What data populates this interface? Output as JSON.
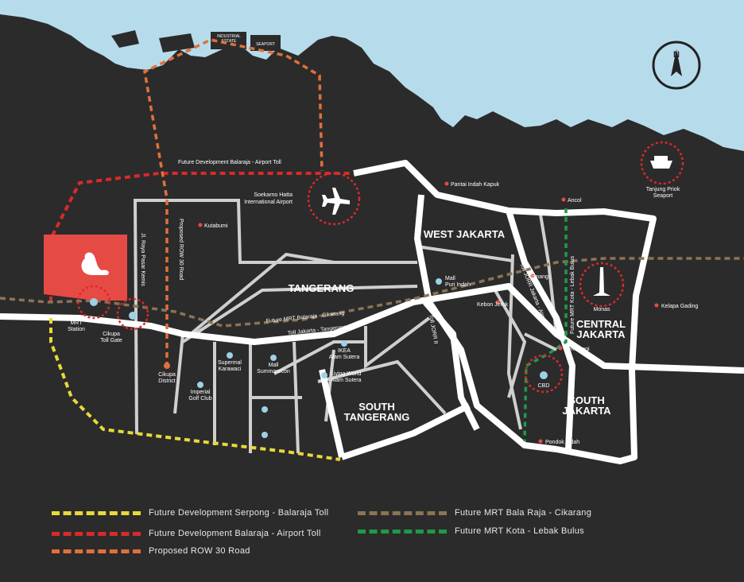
{
  "colors": {
    "land": "#2b2b2b",
    "sea": "#b6dcec",
    "road": "#ffffff",
    "minor_road": "#cfcfcf",
    "accent": "#e64a45",
    "yellow_toll": "#e8d93a",
    "red_toll": "#d92a2a",
    "orange_row": "#e0703a",
    "mrt_brown": "#8b7355",
    "mrt_green": "#1f9a4a"
  },
  "compass": {
    "letter": "N"
  },
  "labels": {
    "industrial_estate_1": "INDUSTRIAL",
    "industrial_estate_2": "ESTATE",
    "seaport": "SEAPORT",
    "airport_toll": "Future Development Balaraja - Airport Toll",
    "airport_1": "Soekarno Hatta",
    "airport_2": "International Airport",
    "pantai_indah_kapuk": "Pantai Indah Kapuk",
    "ancol": "Ancol",
    "tanjung_priok_1": "Tanjung Priok",
    "tanjung_priok_2": "Seaport",
    "west_jakarta": "WEST JAKARTA",
    "kutabumi": "Kutabumi",
    "proposed_row": "Proposed ROW 30 Road",
    "jl_raya_pasar_kemis": "Jl. Raya Pasar Kemis",
    "tangerang": "TANGERANG",
    "mall_puri_1": "Mall",
    "mall_puri_2": "Puri Indah",
    "toll_jorr_airport": "Toll JORR Jakarta - Airport",
    "future_mrt_kota": "Future MRT Kota - Lebak Bulus",
    "tomang": "Tomang",
    "monas": "Monas",
    "kebon_jeruk": "Kebon Jeruk",
    "kelapa_gading": "Kelapa Gading",
    "central_1": "CENTRAL",
    "central_2": "JAKARTA",
    "mrt_station_1": "MRT",
    "mrt_station_2": "Station",
    "cikupa_toll_1": "Cikupa",
    "cikupa_toll_2": "Toll Gate",
    "future_mrt_balaraja": "Future MRT Balaraja - Cikarang",
    "toll_jakarta_tangerang": "Toll Jakarta - Tangerang",
    "toll_jorr_ii": "Toll JORR II",
    "semanggi": "Semanggi",
    "cbd": "CBD",
    "supermal_1": "Supermal",
    "supermal_2": "Karawaci",
    "mall_summarecon_1": "Mall",
    "mall_summarecon_2": "Summarecon",
    "ikea_1": "IKEA",
    "ikea_2": "Alam Sutera",
    "living_world_1": "Living World",
    "living_world_2": "Alam Sutera",
    "cikupa_district_1": "Cikupa",
    "cikupa_district_2": "District",
    "imperial_1": "Imperial",
    "imperial_2": "Golf Club",
    "south_tangerang_1": "SOUTH",
    "south_tangerang_2": "TANGERANG",
    "south_jakarta_1": "SOUTH",
    "south_jakarta_2": "JAKARTA",
    "pondok_indah": "Pondok Indah"
  },
  "legend": [
    {
      "label": "Future Development Serpong - Balaraja Toll",
      "color": "#e8d93a"
    },
    {
      "label": "Future Development Balaraja - Airport Toll",
      "color": "#d92a2a"
    },
    {
      "label": "Proposed ROW  30 Road",
      "color": "#e0703a"
    },
    {
      "label": "Future MRT Bala Raja - Cikarang",
      "color": "#8b7355"
    },
    {
      "label": "Future MRT Kota - Lebak Bulus",
      "color": "#1f9a4a"
    }
  ]
}
